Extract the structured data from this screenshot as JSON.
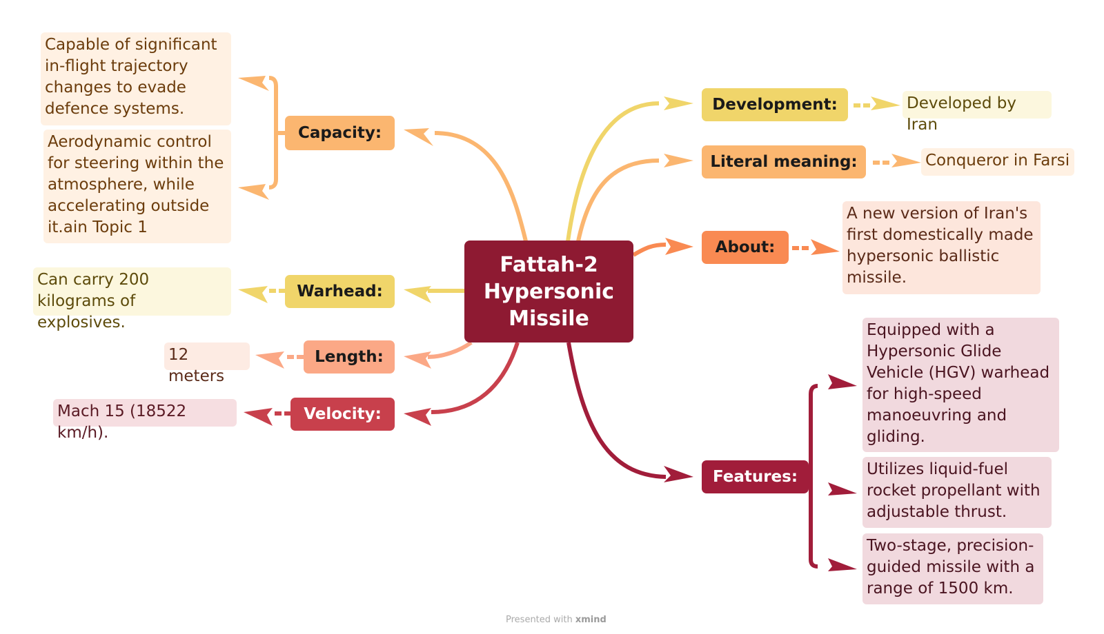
{
  "central": {
    "label": "Fattah-2\nHypersonic\nMissile"
  },
  "branches": {
    "capacity": {
      "label": "Capacity:",
      "leaves": [
        "Capable of significant\nin-flight trajectory\nchanges to evade\ndefence systems.",
        "Aerodynamic control\nfor steering within the\natmosphere, while\naccelerating outside\nit.ain Topic 1"
      ]
    },
    "warhead": {
      "label": "Warhead:",
      "leaves": [
        "Can carry 200\nkilograms of explosives."
      ]
    },
    "length": {
      "label": "Length:",
      "leaves": [
        "12 meters"
      ]
    },
    "velocity": {
      "label": "Velocity:",
      "leaves": [
        "Mach 15 (18522 km/h)."
      ]
    },
    "development": {
      "label": "Development:",
      "leaves": [
        "Developed by Iran"
      ]
    },
    "literal": {
      "label": "Literal meaning:",
      "leaves": [
        "Conqueror in Farsi"
      ]
    },
    "about": {
      "label": "About:",
      "leaves": [
        "A new version of Iran's\nfirst domestically made\nhypersonic ballistic\nmissile."
      ]
    },
    "features": {
      "label": "Features:",
      "leaves": [
        "Equipped with a\nHypersonic Glide\nVehicle (HGV) warhead\nfor high-speed\nmanoeuvring and\ngliding.",
        "Utilizes liquid-fuel\nrocket propellant with\nadjustable thrust.",
        "Two-stage, precision-\nguided missile with a\nrange of 1500 km."
      ]
    }
  },
  "colors": {
    "yellow": "#f0d56a",
    "orange": "#fbb670",
    "coral": "#f98a52",
    "salmon": "#fba886",
    "red": "#c8404c",
    "maroon": "#a11d3a",
    "central": "#8e1a32"
  },
  "footer": {
    "prefix": "Presented with ",
    "brand": "xmind"
  }
}
